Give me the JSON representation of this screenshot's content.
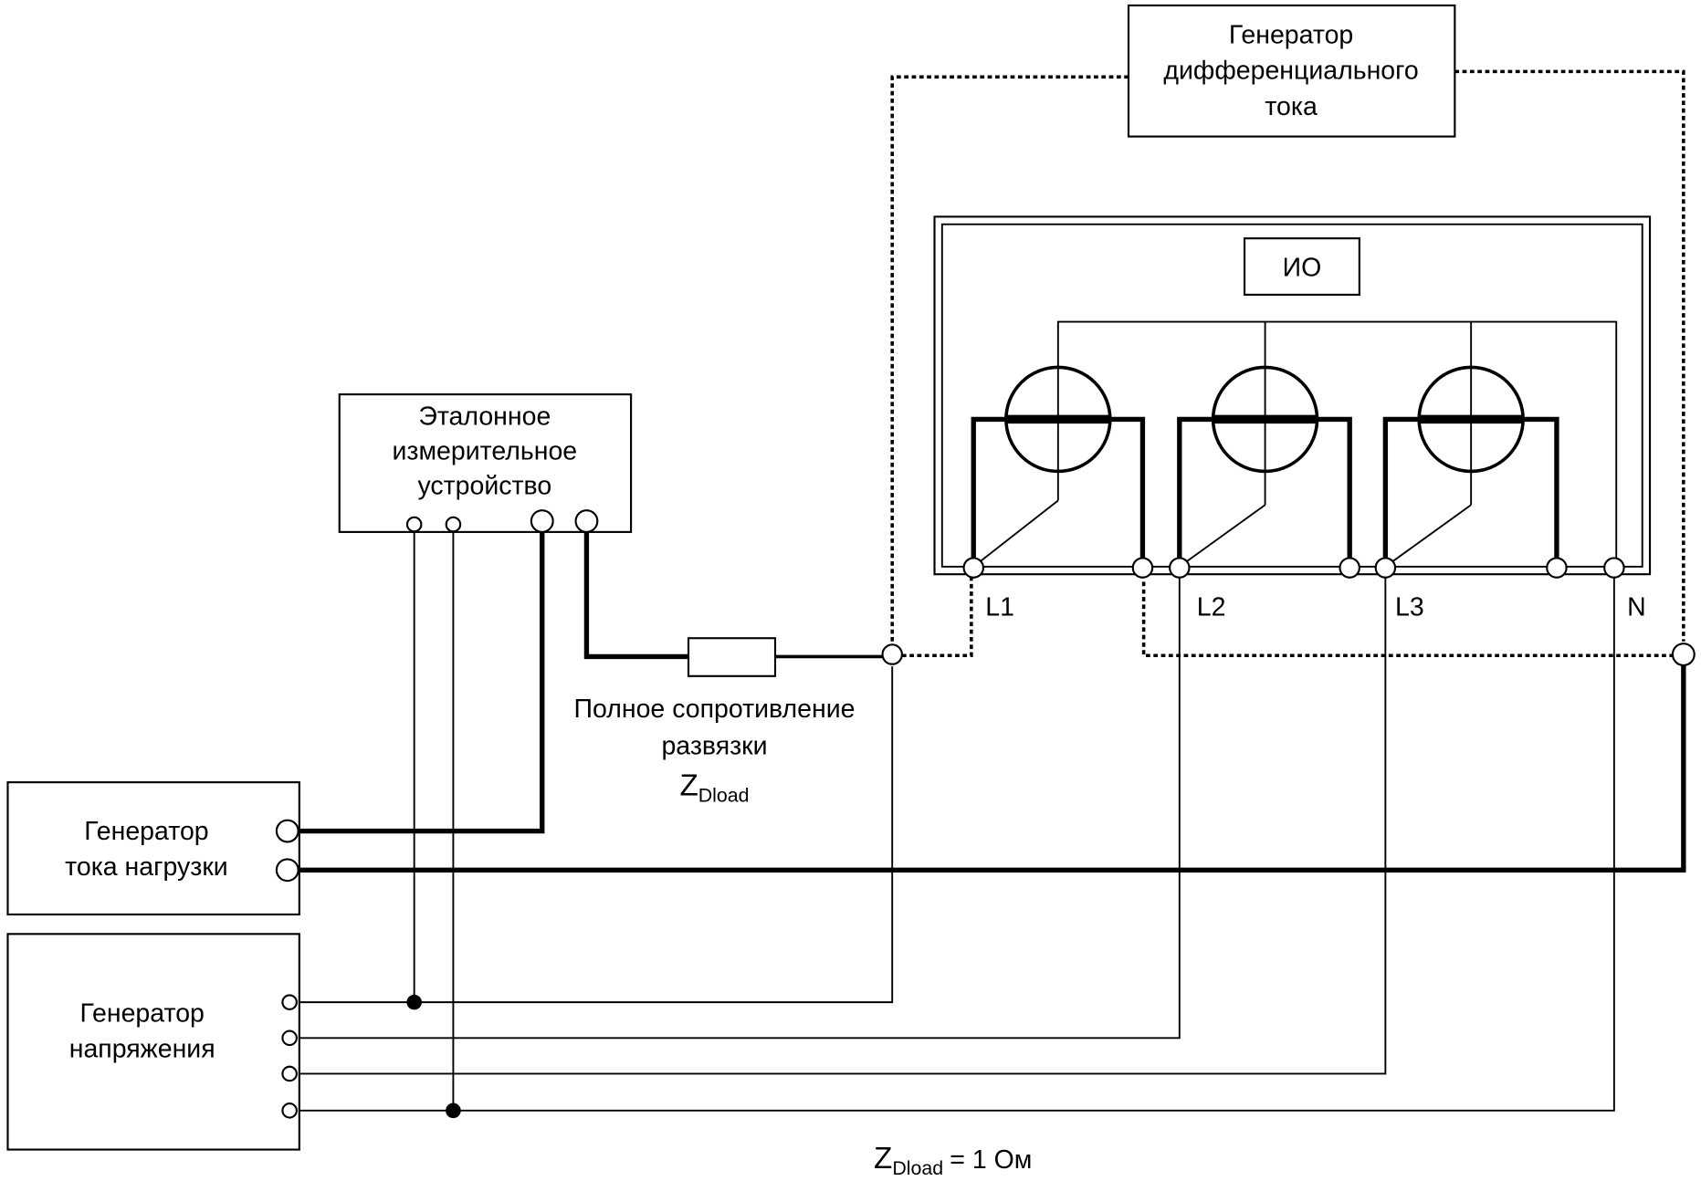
{
  "diagram": {
    "differential_generator": {
      "lines": [
        "Генератор",
        "дифференциального",
        "тока"
      ]
    },
    "meter_under_test": {
      "label": "ИО",
      "terminals": [
        "L1",
        "L2",
        "L3",
        "N"
      ]
    },
    "reference_device": {
      "lines": [
        "Эталонное",
        "измерительное",
        "устройство"
      ]
    },
    "decoupling_impedance": {
      "lines": [
        "Полное сопротивление",
        "развязки"
      ],
      "symbol": "Z",
      "symbol_sub": "Dload"
    },
    "load_current_generator": {
      "lines": [
        "Генератор",
        "тока нагрузки"
      ]
    },
    "voltage_generator": {
      "lines": [
        "Генератор",
        "напряжения"
      ]
    },
    "footnote": {
      "symbol": "Z",
      "symbol_sub": "Dload",
      "value": "= 1 Ом"
    }
  }
}
